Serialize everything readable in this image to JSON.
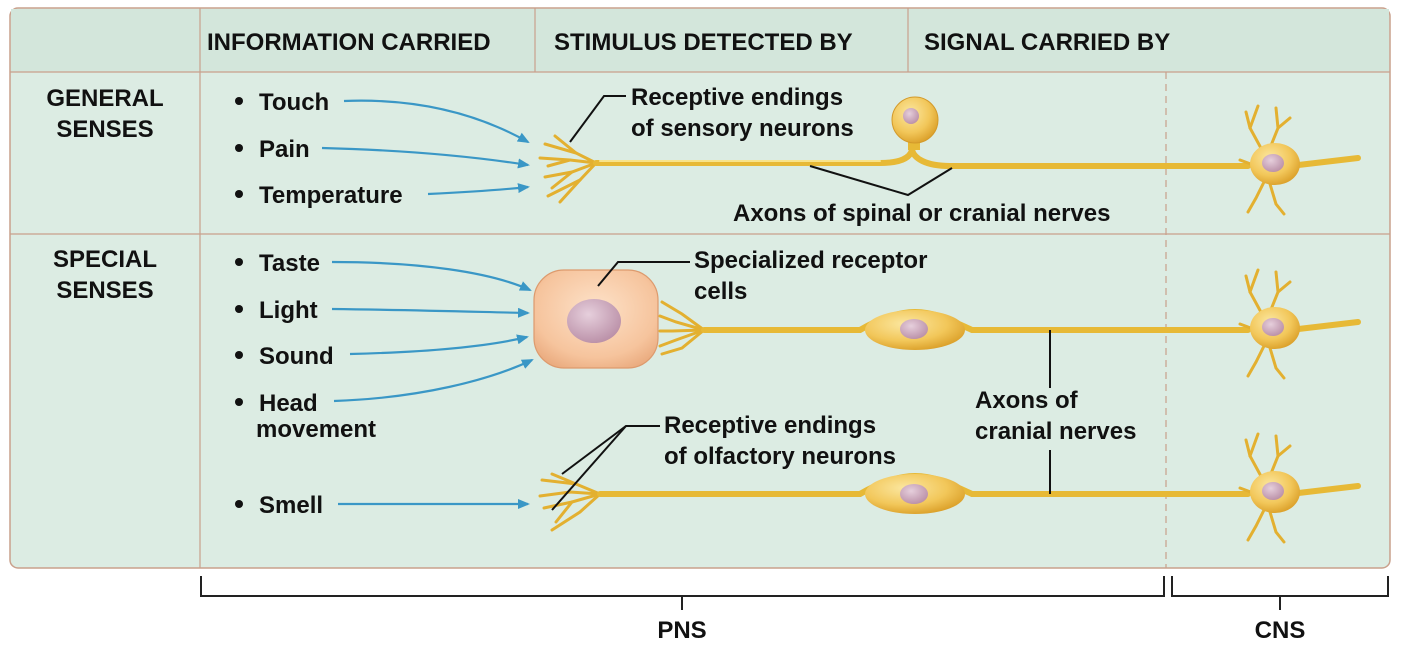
{
  "colors": {
    "panel_bg": "#dcece3",
    "header_bg": "#d3e6db",
    "border": "#c9a08c",
    "arrow": "#3a97c6",
    "axon": "#e7b936",
    "soma": "#f2c75a",
    "nucleus": "#c9a3b8",
    "receptor_cell": "#f6c9a6"
  },
  "header": {
    "col1": "INFORMATION CARRIED",
    "col2": "STIMULUS DETECTED BY",
    "col3": "SIGNAL CARRIED BY"
  },
  "rows": {
    "general": {
      "line1": "GENERAL",
      "line2": "SENSES"
    },
    "special": {
      "line1": "SPECIAL",
      "line2": "SENSES"
    }
  },
  "general_items": [
    "Touch",
    "Pain",
    "Temperature"
  ],
  "special_items": [
    "Taste",
    "Light",
    "Sound",
    "Head",
    "movement",
    "Smell"
  ],
  "labels": {
    "receptive_sensory_1": "Receptive endings",
    "receptive_sensory_2": "of sensory neurons",
    "axons_spinal": "Axons of spinal or cranial nerves",
    "specialized_1": "Specialized receptor",
    "specialized_2": "cells",
    "axons_cranial_1": "Axons of",
    "axons_cranial_2": "cranial nerves",
    "receptive_olf_1": "Receptive endings",
    "receptive_olf_2": "of olfactory neurons"
  },
  "brackets": {
    "pns": "PNS",
    "cns": "CNS"
  },
  "icons": [
    "arrow-icon",
    "neuron-icon",
    "receptor-cell-icon"
  ]
}
